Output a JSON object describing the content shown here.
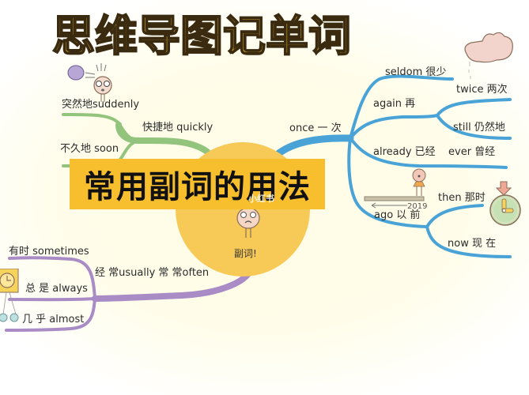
{
  "title": {
    "chars": [
      "思",
      "维",
      "导",
      "图",
      "记",
      "单",
      "词"
    ],
    "text": "思维导图记单词",
    "color": "#f6c232"
  },
  "banner": {
    "text": "常用副词的用法",
    "color": "#f7bf2e"
  },
  "center": {
    "label": "副词!",
    "color": "#f7c957",
    "watermark": "小红书"
  },
  "branches": {
    "green": {
      "color": "#93c47d",
      "main": "快捷地 quickly",
      "items": [
        "突然地suddenly",
        "不久地 soon"
      ]
    },
    "blue": {
      "color": "#4aa3d6",
      "main": "once 一 次",
      "items": [
        "seldom 很少",
        "again 再",
        "twice 两次",
        "still 仍然地",
        "already 已经",
        "ever 曾经",
        "then 那时",
        "ago 以 前",
        "now 现 在"
      ],
      "year_label": "2019"
    },
    "purple": {
      "color": "#a98bc6",
      "main": "经 常usually  常 常often",
      "items": [
        "有时 sometimes",
        "总 是 always",
        "几 乎 almost"
      ]
    }
  },
  "icons": [
    "surprised-character-icon",
    "pinching-hand-icon",
    "clock-icon",
    "character-on-plank-icon",
    "alarm-clock-icon",
    "center-character-icon"
  ]
}
